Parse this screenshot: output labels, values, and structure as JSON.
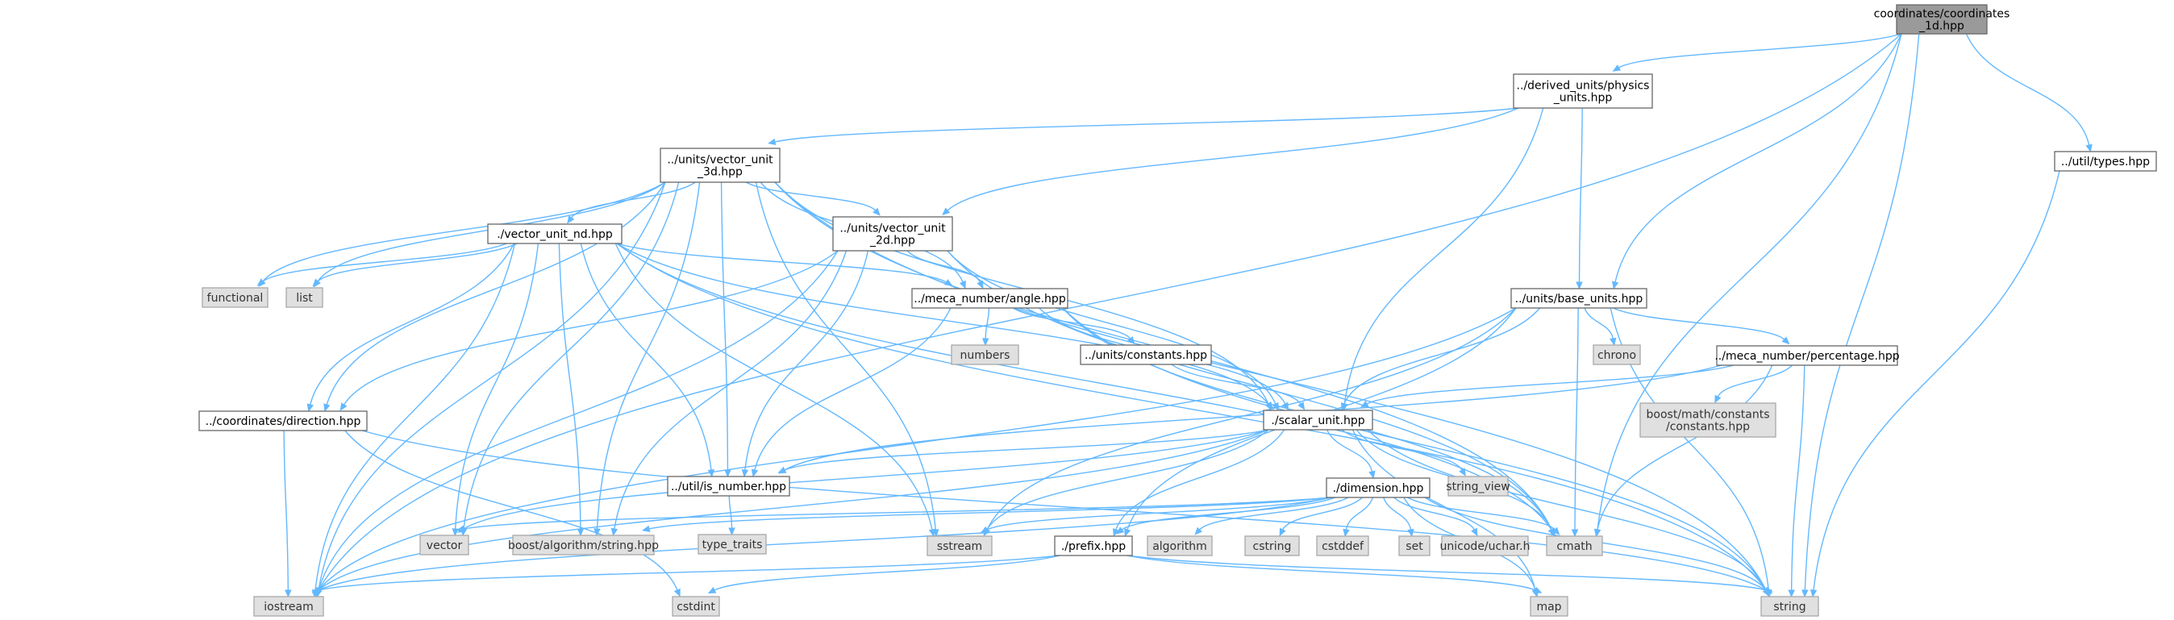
{
  "graph": {
    "nodes": [
      {
        "id": "root",
        "kind": "root",
        "lines": [
          "coordinates/coordinates",
          "_1d.hpp"
        ],
        "name": "node-coordinates-1d"
      },
      {
        "id": "physics",
        "kind": "file",
        "lines": [
          "../derived_units/physics",
          "_units.hpp"
        ],
        "name": "node-physics-units"
      },
      {
        "id": "v3d",
        "kind": "file",
        "lines": [
          "../units/vector_unit",
          "_3d.hpp"
        ],
        "name": "node-vector-unit-3d"
      },
      {
        "id": "types",
        "kind": "file",
        "lines": [
          "../util/types.hpp"
        ],
        "name": "node-util-types"
      },
      {
        "id": "vnd",
        "kind": "file",
        "lines": [
          "./vector_unit_nd.hpp"
        ],
        "name": "node-vector-unit-nd"
      },
      {
        "id": "v2d",
        "kind": "file",
        "lines": [
          "../units/vector_unit",
          "_2d.hpp"
        ],
        "name": "node-vector-unit-2d"
      },
      {
        "id": "base",
        "kind": "file",
        "lines": [
          "../units/base_units.hpp"
        ],
        "name": "node-base-units"
      },
      {
        "id": "functional",
        "kind": "sys",
        "lines": [
          "functional"
        ],
        "name": "node-functional"
      },
      {
        "id": "list",
        "kind": "sys",
        "lines": [
          "list"
        ],
        "name": "node-list"
      },
      {
        "id": "angle",
        "kind": "file",
        "lines": [
          "../meca_number/angle.hpp"
        ],
        "name": "node-angle"
      },
      {
        "id": "chrono",
        "kind": "sys",
        "lines": [
          "chrono"
        ],
        "name": "node-chrono"
      },
      {
        "id": "percentage",
        "kind": "file",
        "lines": [
          "../meca_number/percentage.hpp"
        ],
        "name": "node-percentage"
      },
      {
        "id": "numbers",
        "kind": "sys",
        "lines": [
          "numbers"
        ],
        "name": "node-numbers"
      },
      {
        "id": "constants",
        "kind": "file",
        "lines": [
          "../units/constants.hpp"
        ],
        "name": "node-constants"
      },
      {
        "id": "boostconst",
        "kind": "sys",
        "lines": [
          "boost/math/constants",
          "/constants.hpp"
        ],
        "name": "node-boost-constants"
      },
      {
        "id": "direction",
        "kind": "file",
        "lines": [
          "../coordinates/direction.hpp"
        ],
        "name": "node-direction"
      },
      {
        "id": "scalar",
        "kind": "file",
        "lines": [
          "./scalar_unit.hpp"
        ],
        "name": "node-scalar-unit"
      },
      {
        "id": "isnumber",
        "kind": "file",
        "lines": [
          "../util/is_number.hpp"
        ],
        "name": "node-is-number"
      },
      {
        "id": "dimension",
        "kind": "file",
        "lines": [
          "./dimension.hpp"
        ],
        "name": "node-dimension"
      },
      {
        "id": "string_view",
        "kind": "sys",
        "lines": [
          "string_view"
        ],
        "name": "node-string-view"
      },
      {
        "id": "type_traits",
        "kind": "sys",
        "lines": [
          "type_traits"
        ],
        "name": "node-type-traits"
      },
      {
        "id": "vector",
        "kind": "sys",
        "lines": [
          "vector"
        ],
        "name": "node-vector"
      },
      {
        "id": "boostalgo",
        "kind": "sys",
        "lines": [
          "boost/algorithm/string.hpp"
        ],
        "name": "node-boost-algorithm-string"
      },
      {
        "id": "sstream",
        "kind": "sys",
        "lines": [
          "sstream"
        ],
        "name": "node-sstream"
      },
      {
        "id": "prefix",
        "kind": "file",
        "lines": [
          "./prefix.hpp"
        ],
        "name": "node-prefix"
      },
      {
        "id": "algorithm",
        "kind": "sys",
        "lines": [
          "algorithm"
        ],
        "name": "node-algorithm"
      },
      {
        "id": "cstring",
        "kind": "sys",
        "lines": [
          "cstring"
        ],
        "name": "node-cstring"
      },
      {
        "id": "cstddef",
        "kind": "sys",
        "lines": [
          "cstddef"
        ],
        "name": "node-cstddef"
      },
      {
        "id": "set",
        "kind": "sys",
        "lines": [
          "set"
        ],
        "name": "node-set"
      },
      {
        "id": "uchar",
        "kind": "sys",
        "lines": [
          "unicode/uchar.h"
        ],
        "name": "node-unicode-uchar"
      },
      {
        "id": "cmath",
        "kind": "sys",
        "lines": [
          "cmath"
        ],
        "name": "node-cmath"
      },
      {
        "id": "iostream",
        "kind": "sys",
        "lines": [
          "iostream"
        ],
        "name": "node-iostream"
      },
      {
        "id": "cstdint",
        "kind": "sys",
        "lines": [
          "cstdint"
        ],
        "name": "node-cstdint"
      },
      {
        "id": "map",
        "kind": "sys",
        "lines": [
          "map"
        ],
        "name": "node-map"
      },
      {
        "id": "string",
        "kind": "sys",
        "lines": [
          "string"
        ],
        "name": "node-string"
      }
    ],
    "edges": [
      [
        "root",
        "physics"
      ],
      [
        "root",
        "base"
      ],
      [
        "root",
        "types"
      ],
      [
        "root",
        "cmath"
      ],
      [
        "root",
        "string"
      ],
      [
        "root",
        "iostream"
      ],
      [
        "physics",
        "v3d"
      ],
      [
        "physics",
        "v2d"
      ],
      [
        "physics",
        "base"
      ],
      [
        "physics",
        "scalar"
      ],
      [
        "v3d",
        "vnd"
      ],
      [
        "v3d",
        "v2d"
      ],
      [
        "v3d",
        "angle"
      ],
      [
        "v3d",
        "scalar"
      ],
      [
        "v3d",
        "isnumber"
      ],
      [
        "v3d",
        "direction"
      ],
      [
        "v3d",
        "functional"
      ],
      [
        "v3d",
        "list"
      ],
      [
        "v3d",
        "vector"
      ],
      [
        "v3d",
        "boostalgo"
      ],
      [
        "v3d",
        "sstream"
      ],
      [
        "v3d",
        "iostream"
      ],
      [
        "v3d",
        "cmath"
      ],
      [
        "v3d",
        "string"
      ],
      [
        "types",
        "string"
      ],
      [
        "vnd",
        "functional"
      ],
      [
        "vnd",
        "list"
      ],
      [
        "vnd",
        "angle"
      ],
      [
        "vnd",
        "scalar"
      ],
      [
        "vnd",
        "isnumber"
      ],
      [
        "vnd",
        "direction"
      ],
      [
        "vnd",
        "vector"
      ],
      [
        "vnd",
        "boostalgo"
      ],
      [
        "vnd",
        "sstream"
      ],
      [
        "vnd",
        "iostream"
      ],
      [
        "vnd",
        "cmath"
      ],
      [
        "vnd",
        "string"
      ],
      [
        "v2d",
        "angle"
      ],
      [
        "v2d",
        "scalar"
      ],
      [
        "v2d",
        "isnumber"
      ],
      [
        "v2d",
        "direction"
      ],
      [
        "v2d",
        "boostalgo"
      ],
      [
        "v2d",
        "iostream"
      ],
      [
        "v2d",
        "cmath"
      ],
      [
        "base",
        "chrono"
      ],
      [
        "base",
        "percentage"
      ],
      [
        "base",
        "scalar"
      ],
      [
        "base",
        "prefix"
      ],
      [
        "base",
        "sstream"
      ],
      [
        "base",
        "iostream"
      ],
      [
        "base",
        "cmath"
      ],
      [
        "base",
        "string"
      ],
      [
        "angle",
        "numbers"
      ],
      [
        "angle",
        "constants"
      ],
      [
        "angle",
        "scalar"
      ],
      [
        "angle",
        "isnumber"
      ],
      [
        "angle",
        "cmath"
      ],
      [
        "angle",
        "string"
      ],
      [
        "percentage",
        "boostconst"
      ],
      [
        "percentage",
        "scalar"
      ],
      [
        "percentage",
        "isnumber"
      ],
      [
        "percentage",
        "cmath"
      ],
      [
        "percentage",
        "string"
      ],
      [
        "constants",
        "scalar"
      ],
      [
        "direction",
        "iostream"
      ],
      [
        "direction",
        "cstdint"
      ],
      [
        "direction",
        "string"
      ],
      [
        "scalar",
        "isnumber"
      ],
      [
        "scalar",
        "dimension"
      ],
      [
        "scalar",
        "string_view"
      ],
      [
        "scalar",
        "prefix"
      ],
      [
        "scalar",
        "vector"
      ],
      [
        "scalar",
        "sstream"
      ],
      [
        "scalar",
        "iostream"
      ],
      [
        "scalar",
        "cmath"
      ],
      [
        "scalar",
        "map"
      ],
      [
        "scalar",
        "string"
      ],
      [
        "isnumber",
        "type_traits"
      ],
      [
        "dimension",
        "vector"
      ],
      [
        "dimension",
        "boostalgo"
      ],
      [
        "dimension",
        "sstream"
      ],
      [
        "dimension",
        "prefix"
      ],
      [
        "dimension",
        "algorithm"
      ],
      [
        "dimension",
        "cstring"
      ],
      [
        "dimension",
        "cstddef"
      ],
      [
        "dimension",
        "set"
      ],
      [
        "dimension",
        "uchar"
      ],
      [
        "dimension",
        "cmath"
      ],
      [
        "dimension",
        "iostream"
      ],
      [
        "dimension",
        "map"
      ],
      [
        "dimension",
        "string"
      ],
      [
        "prefix",
        "iostream"
      ],
      [
        "prefix",
        "cstdint"
      ],
      [
        "prefix",
        "map"
      ],
      [
        "prefix",
        "string"
      ]
    ]
  }
}
